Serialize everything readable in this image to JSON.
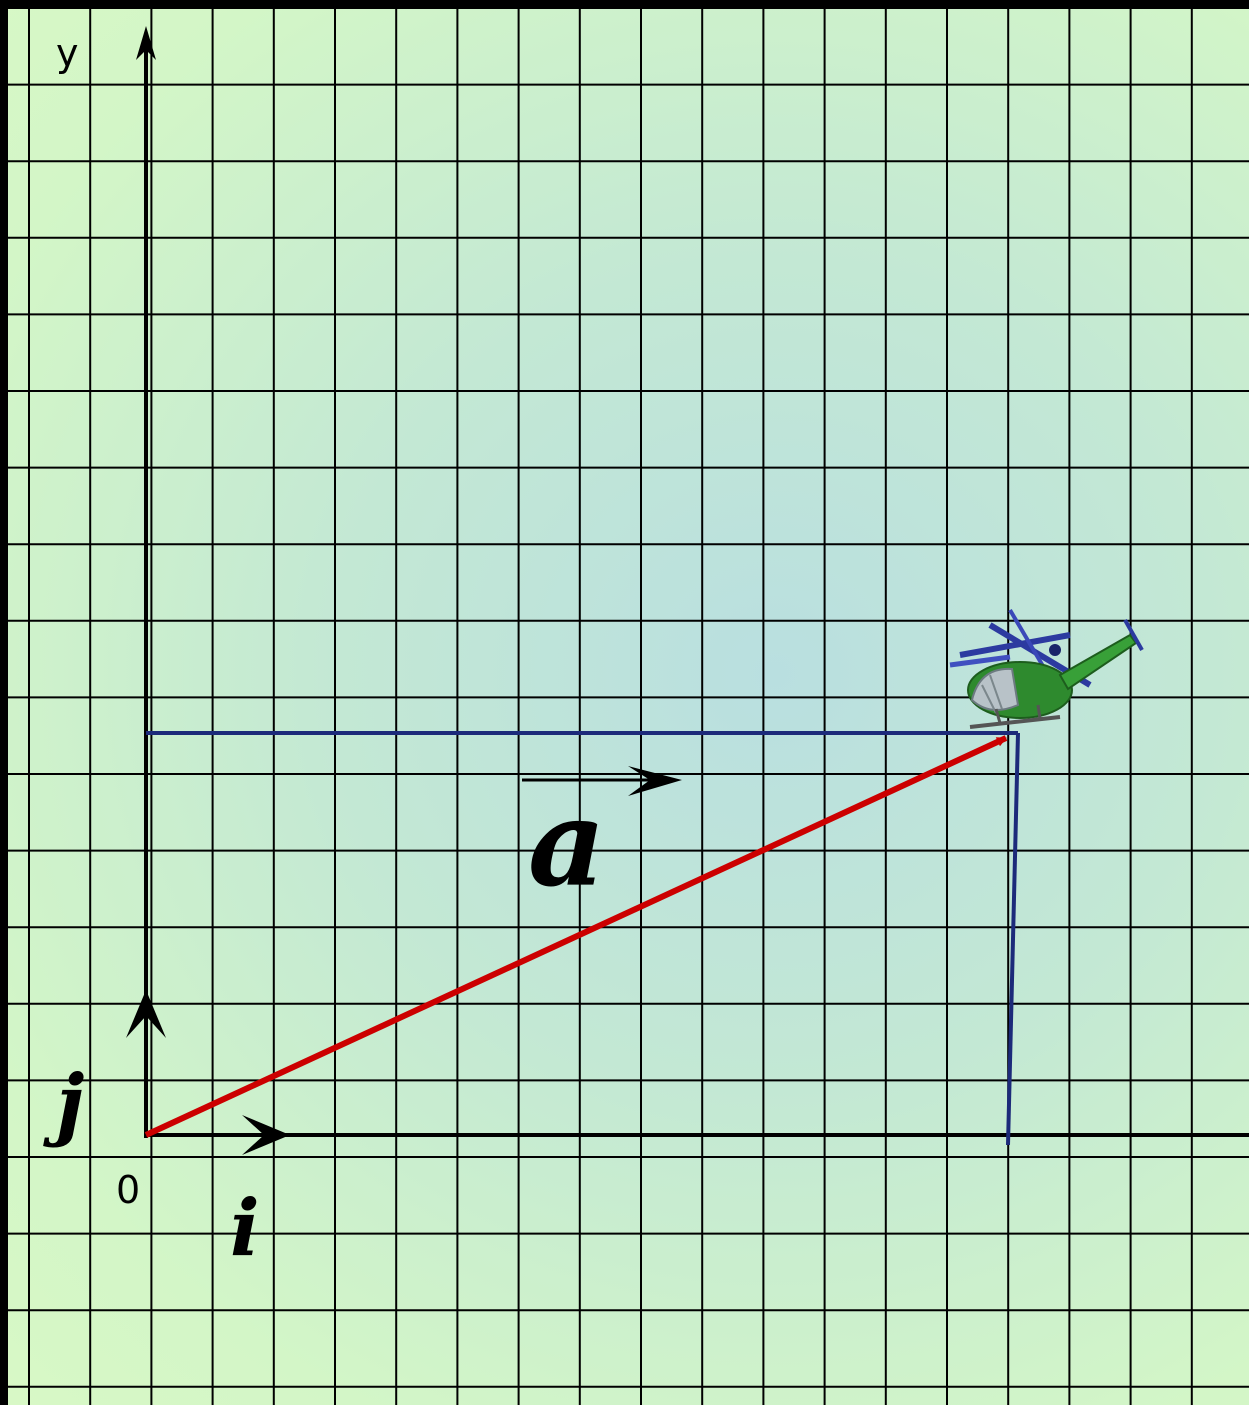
{
  "labels": {
    "y_axis": "y",
    "origin": "0",
    "unit_i": "i",
    "unit_j": "j",
    "vector": "a"
  },
  "colors": {
    "grid": "#000000",
    "vector": "#cc0000",
    "projection": "#1c2a7a",
    "background": "#c8ecd2"
  },
  "icons": [
    "helicopter-icon"
  ]
}
